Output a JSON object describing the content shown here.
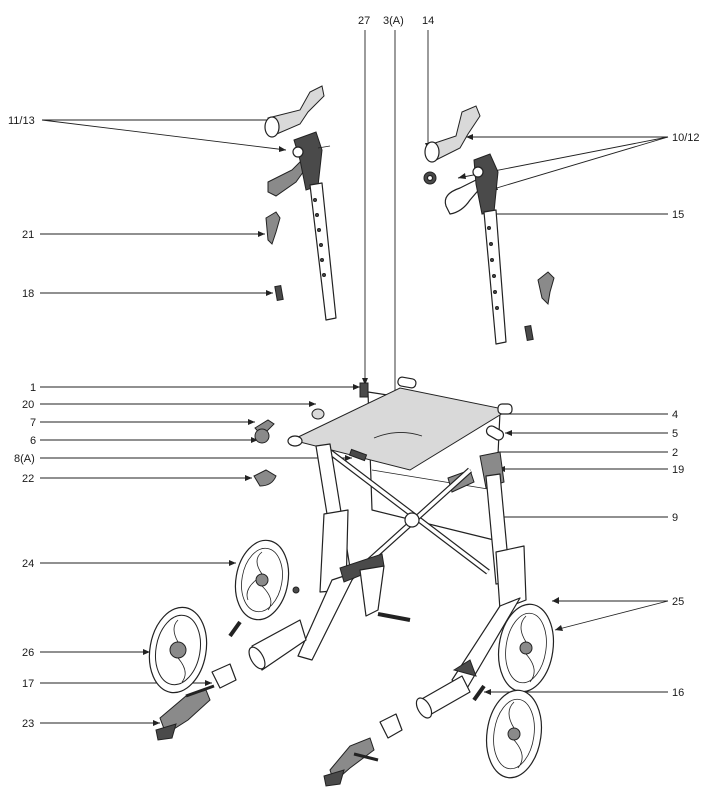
{
  "labels": {
    "l27": "27",
    "l3a": "3(A)",
    "l14": "14",
    "l1113": "11/13",
    "l1012": "10/12",
    "l15": "15",
    "l21": "21",
    "l18": "18",
    "l1": "1",
    "l20": "20",
    "l7": "7",
    "l6": "6",
    "l8a": "8(A)",
    "l22": "22",
    "l4": "4",
    "l5": "5",
    "l2": "2",
    "l19": "19",
    "l9": "9",
    "l24": "24",
    "l26": "26",
    "l17": "17",
    "l23": "23",
    "l25": "25",
    "l16": "16"
  }
}
